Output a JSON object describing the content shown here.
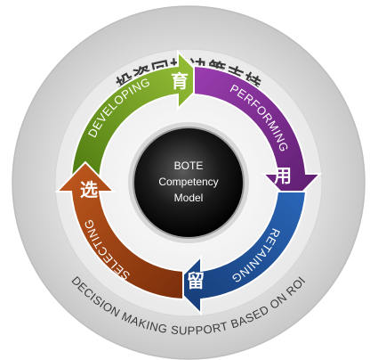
{
  "diagram": {
    "top_title": "投资回报决策支持",
    "bottom_caption": "DECISION MAKING SUPPORT BASED ON ROI",
    "center": {
      "line1": "BOTE",
      "line2": "Competency",
      "line3": "Model"
    },
    "segments": [
      {
        "key": "developing",
        "label": "DEVELOPING",
        "glyph": "育",
        "color": "#6e9a1e"
      },
      {
        "key": "performing",
        "label": "PERFORMING",
        "glyph": "用",
        "color": "#7b2d8e"
      },
      {
        "key": "retaining",
        "label": "RETAINING",
        "glyph": "留",
        "color": "#1f4f97"
      },
      {
        "key": "selecting",
        "label": "SELECTING",
        "glyph": "选",
        "color": "#9a3d12"
      }
    ]
  }
}
